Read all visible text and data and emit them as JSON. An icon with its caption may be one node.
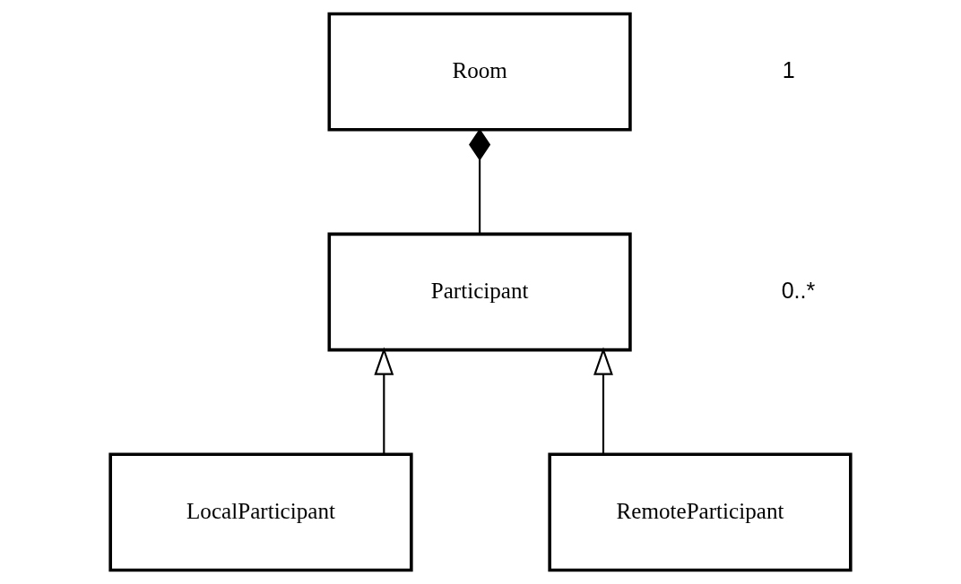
{
  "diagram": {
    "nodes": [
      {
        "text": [
          "Room"
        ]
      },
      {
        "text": [
          "Participant"
        ]
      },
      {
        "text": [
          "LocalParticipant"
        ]
      },
      {
        "text": [
          "RemoteParticipant"
        ]
      }
    ],
    "edges": [
      {
        "from": 0,
        "to": 1,
        "arrow": "other"
      },
      {
        "from": 2,
        "to": 1,
        "arrow": "to"
      },
      {
        "from": 3,
        "to": 1,
        "arrow": "to"
      }
    ],
    "labels": [
      "1",
      "0..*"
    ]
  }
}
